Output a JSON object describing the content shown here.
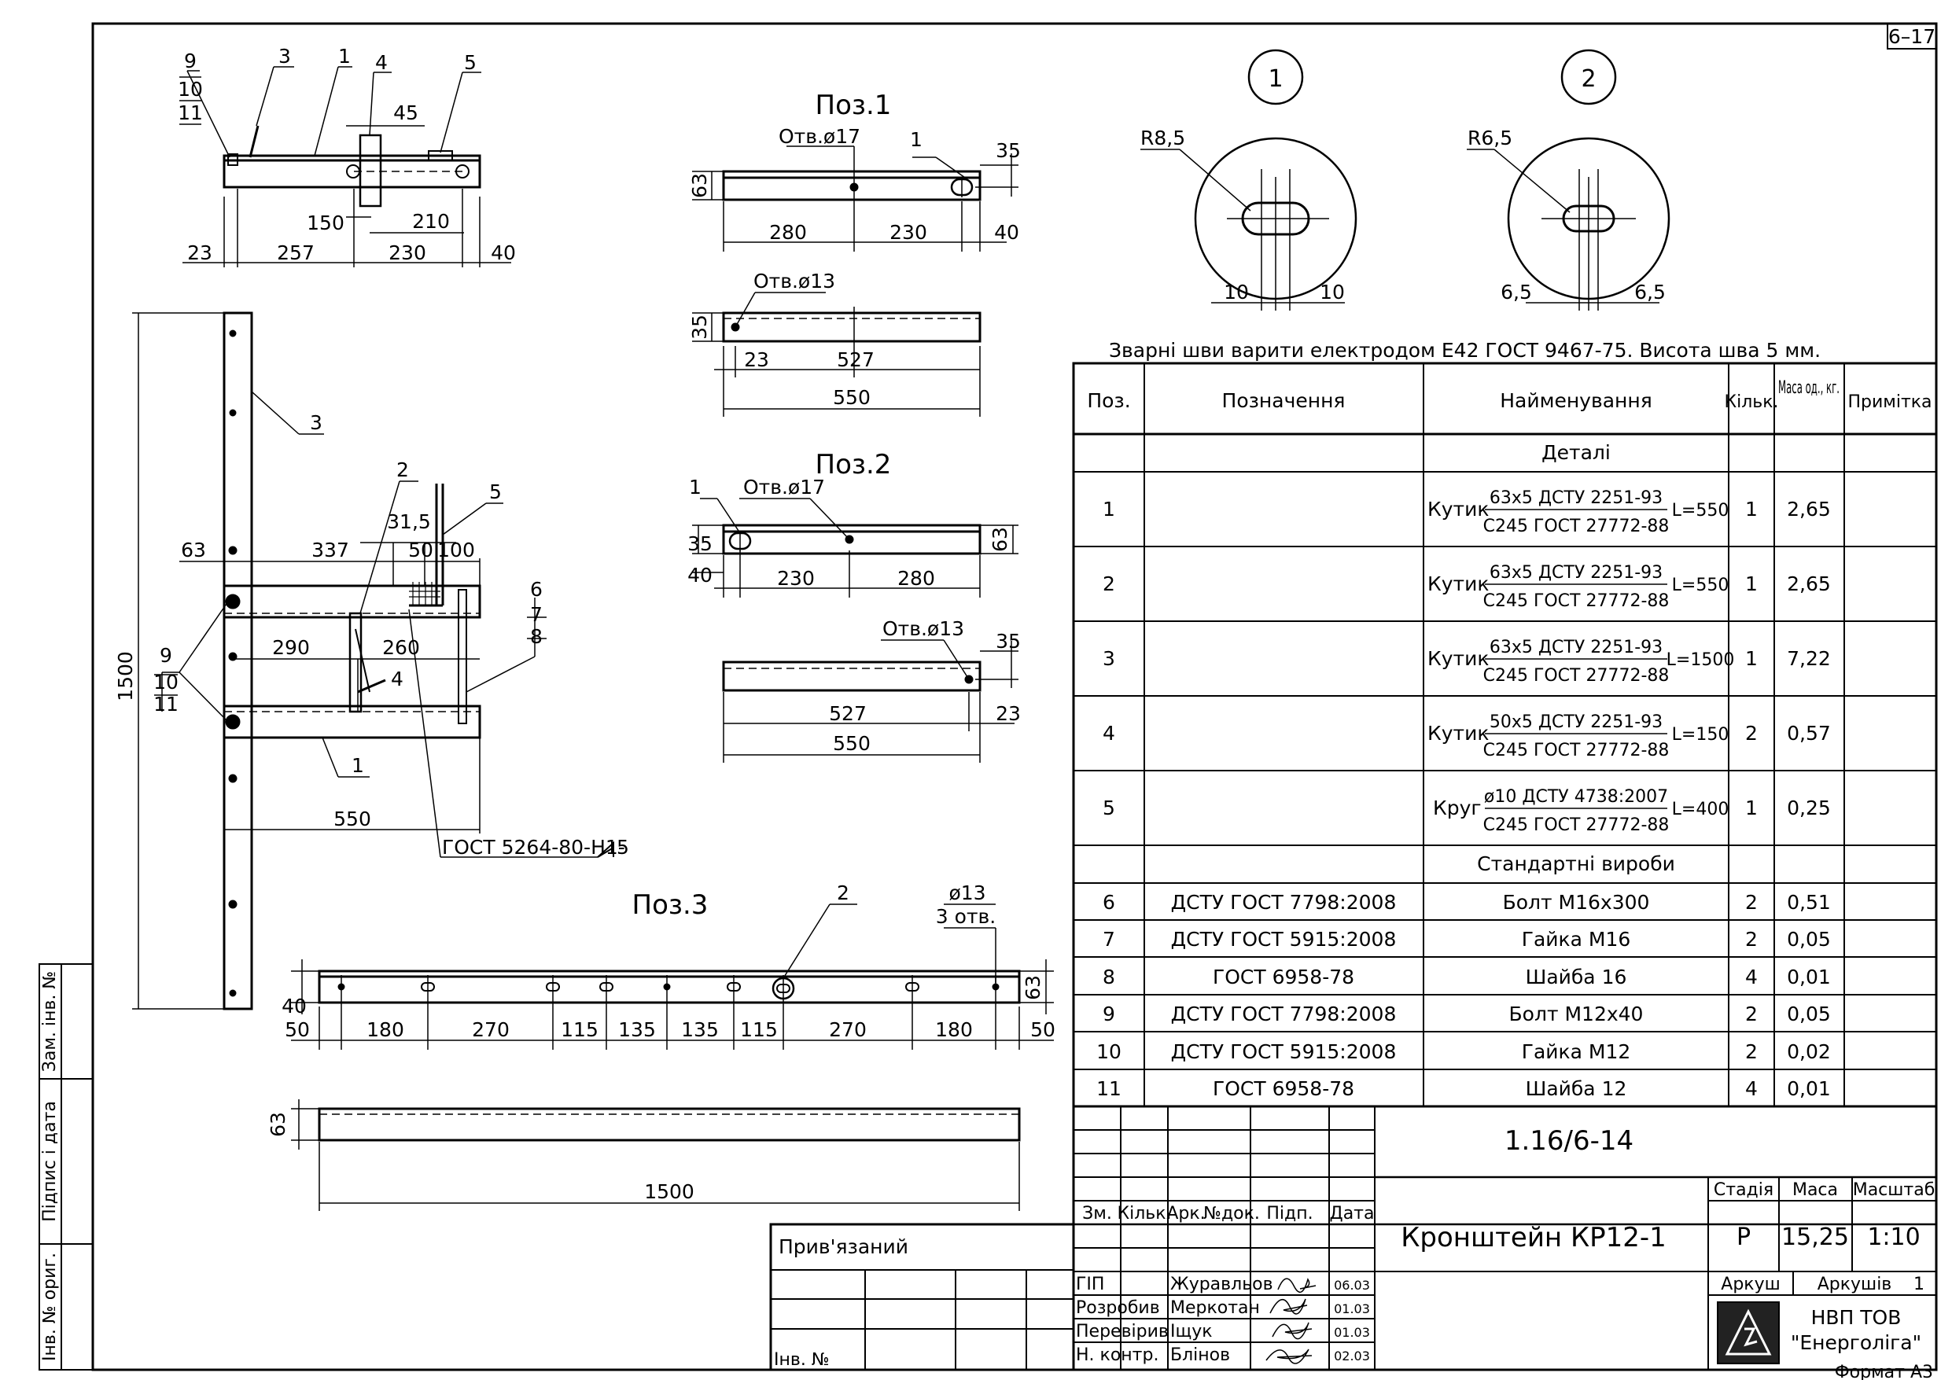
{
  "sheet_code": "6–17",
  "format_label": "Формат А3",
  "weld_note": "Зварні шви варити електродом Е42 ГОСТ 9467-75. Висота шва 5 мм.",
  "side_stamp": [
    "Інв. № ориг.",
    "Підпис і дата",
    "Зам. інв. №"
  ],
  "views": {
    "assembly_top": {
      "callouts": [
        "9",
        "10",
        "11",
        "3",
        "1",
        "4",
        "5"
      ],
      "dims": [
        "45",
        "150",
        "210",
        "23",
        "257",
        "230",
        "40"
      ]
    },
    "assembly_front": {
      "dims": [
        "1500",
        "63",
        "337",
        "31,5",
        "50",
        "100",
        "290",
        "260",
        "550"
      ],
      "callouts": [
        "3",
        "2",
        "5",
        "6",
        "7",
        "8",
        "9",
        "10",
        "11",
        "4",
        "1"
      ],
      "weld_standard": "ГОСТ 5264-80-Н1-",
      "weld_leg": "5"
    },
    "poz1": {
      "title": "Поз.1",
      "hole17": "Отв.ø17",
      "hole13": "Отв.ø13",
      "callout": "1",
      "dims": [
        "35",
        "63",
        "280",
        "230",
        "40",
        "35",
        "23",
        "527",
        "550"
      ]
    },
    "poz2": {
      "title": "Поз.2",
      "hole17": "Отв.ø17",
      "hole13": "Отв.ø13",
      "callout": "1",
      "dims": [
        "35",
        "40",
        "230",
        "280",
        "63",
        "35",
        "527",
        "23",
        "550"
      ]
    },
    "poz3": {
      "title": "Поз.3",
      "callout": "2",
      "hole_note": "ø13",
      "hole_count": "3 отв.",
      "dims": [
        "40",
        "63",
        "50",
        "180",
        "270",
        "115",
        "135",
        "135",
        "115",
        "270",
        "180",
        "50",
        "63",
        "1500"
      ]
    },
    "detail1": {
      "num": "1",
      "radius": "R8,5",
      "dims": [
        "10",
        "10"
      ]
    },
    "detail2": {
      "num": "2",
      "radius": "R6,5",
      "dims": [
        "6,5",
        "6,5"
      ]
    }
  },
  "spec": {
    "headers": [
      "Поз.",
      "Позначення",
      "Найменування",
      "Кільк.",
      "Маса од., кг.",
      "Примітка"
    ],
    "group1": "Деталі",
    "details": [
      {
        "pos": "1",
        "kind": "Кутик",
        "top": "63х5 ДСТУ 2251-93",
        "bottom": "С245 ГОСТ 27772-88",
        "len": "L=550",
        "qty": "1",
        "mass": "2,65"
      },
      {
        "pos": "2",
        "kind": "Кутик",
        "top": "63х5 ДСТУ 2251-93",
        "bottom": "С245 ГОСТ 27772-88",
        "len": "L=550",
        "qty": "1",
        "mass": "2,65"
      },
      {
        "pos": "3",
        "kind": "Кутик",
        "top": "63х5 ДСТУ 2251-93",
        "bottom": "С245 ГОСТ 27772-88",
        "len": "L=1500",
        "qty": "1",
        "mass": "7,22"
      },
      {
        "pos": "4",
        "kind": "Кутик",
        "top": "50х5 ДСТУ 2251-93",
        "bottom": "С245 ГОСТ 27772-88",
        "len": "L=150",
        "qty": "2",
        "mass": "0,57"
      },
      {
        "pos": "5",
        "kind": "Круг",
        "top": "ø10 ДСТУ 4738:2007",
        "bottom": "С245 ГОСТ 27772-88",
        "len": "L=400",
        "qty": "1",
        "mass": "0,25"
      }
    ],
    "group2": "Стандартні вироби",
    "standard": [
      {
        "pos": "6",
        "desig": "ДСТУ ГОСТ 7798:2008",
        "name": "Болт М16х300",
        "qty": "2",
        "mass": "0,51"
      },
      {
        "pos": "7",
        "desig": "ДСТУ ГОСТ 5915:2008",
        "name": "Гайка М16",
        "qty": "2",
        "mass": "0,05"
      },
      {
        "pos": "8",
        "desig": "ГОСТ 6958-78",
        "name": "Шайба 16",
        "qty": "4",
        "mass": "0,01"
      },
      {
        "pos": "9",
        "desig": "ДСТУ ГОСТ 7798:2008",
        "name": "Болт М12х40",
        "qty": "2",
        "mass": "0,05"
      },
      {
        "pos": "10",
        "desig": "ДСТУ ГОСТ 5915:2008",
        "name": "Гайка М12",
        "qty": "2",
        "mass": "0,02"
      },
      {
        "pos": "11",
        "desig": "ГОСТ 6958-78",
        "name": "Шайба 12",
        "qty": "4",
        "mass": "0,01"
      }
    ]
  },
  "title_block": {
    "doc_code": "1.16/6-14",
    "title": "Кронштейн КР12-1",
    "columns": [
      "Зм.",
      "Кільк.",
      "Арк.",
      "№док.",
      "Підп.",
      "Дата"
    ],
    "bound": "Прив'язаний",
    "inv": "Інв. №",
    "roles": [
      {
        "role": "ГІП",
        "name": "Журавльов",
        "date": "06.03"
      },
      {
        "role": "Розробив",
        "name": "Меркотан",
        "date": "01.03"
      },
      {
        "role": "Перевірив",
        "name": "Іщук",
        "date": "01.03"
      },
      {
        "role": "Н. контр.",
        "name": "Блінов",
        "date": "02.03"
      }
    ],
    "stage_label": "Стадія",
    "mass_label": "Маса",
    "scale_label": "Масштаб",
    "stage": "Р",
    "mass": "15,25",
    "scale": "1:10",
    "sheet_label": "Аркуш",
    "sheets_label": "Аркушів",
    "sheets": "1",
    "org_line1": "НВП ТОВ",
    "org_line2": "\"Енерголіга\""
  }
}
